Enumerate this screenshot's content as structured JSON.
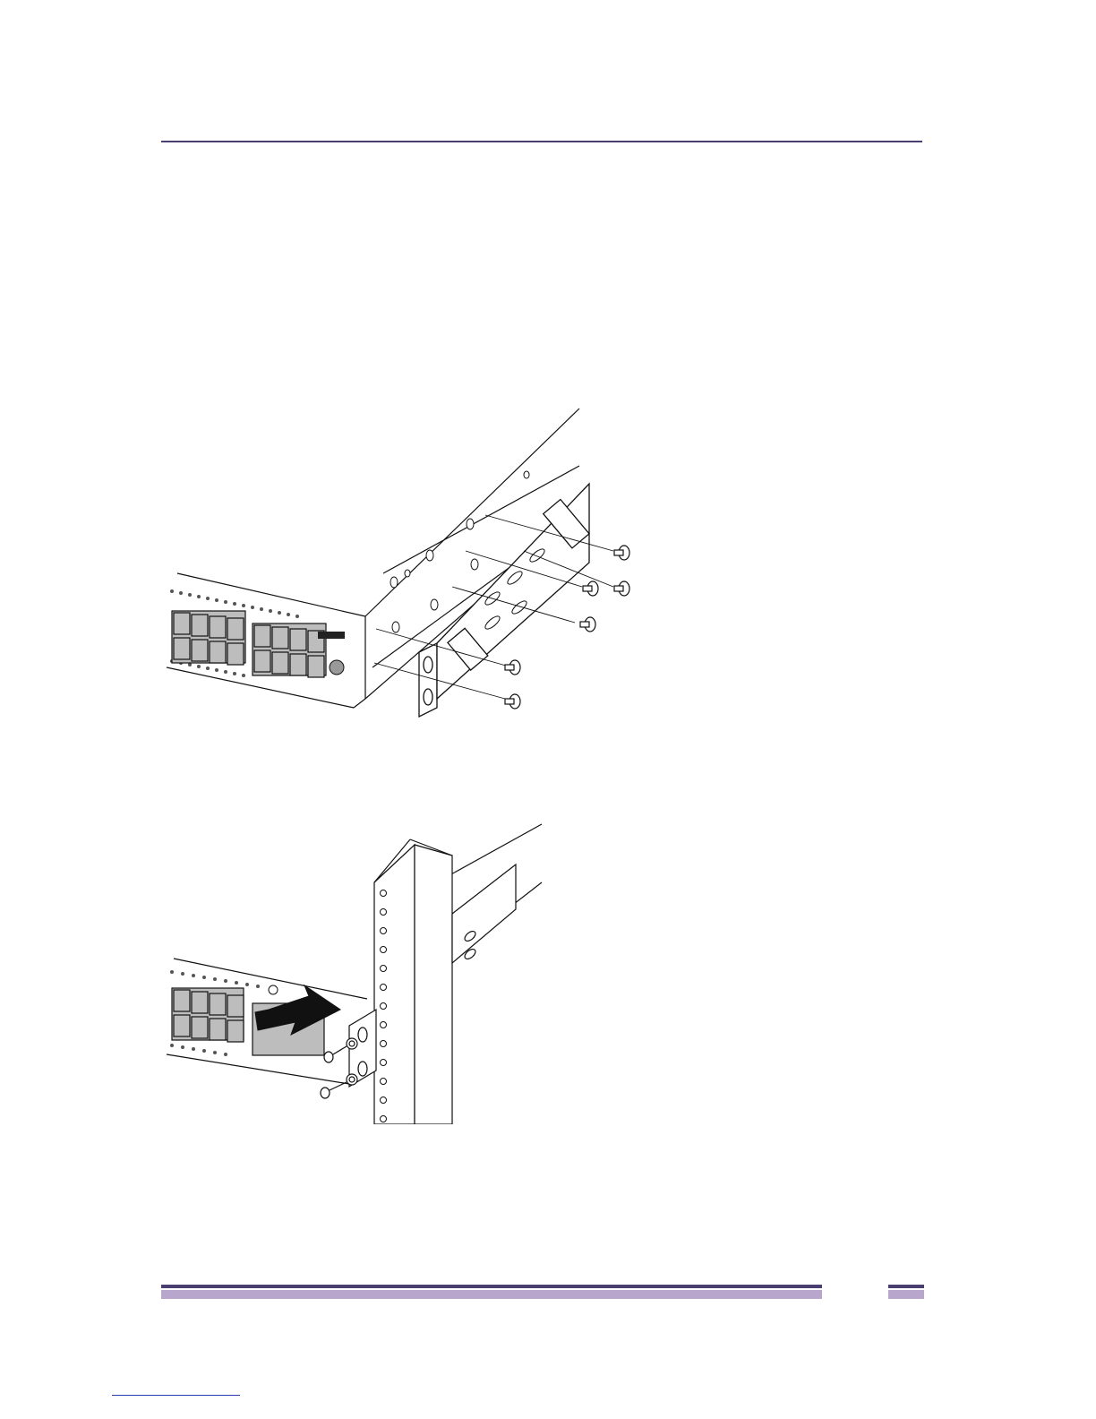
{
  "page": {
    "header_color": "#4b3f72",
    "footer_dark_color": "#4b3f72",
    "footer_light_color": "#b9a6cc",
    "link_underline_color": "#2b3fb0"
  },
  "figures": [
    {
      "id": "fig1",
      "description_icon": "bracket-attach-illustration"
    },
    {
      "id": "fig2",
      "description_icon": "rack-mount-illustration"
    }
  ]
}
